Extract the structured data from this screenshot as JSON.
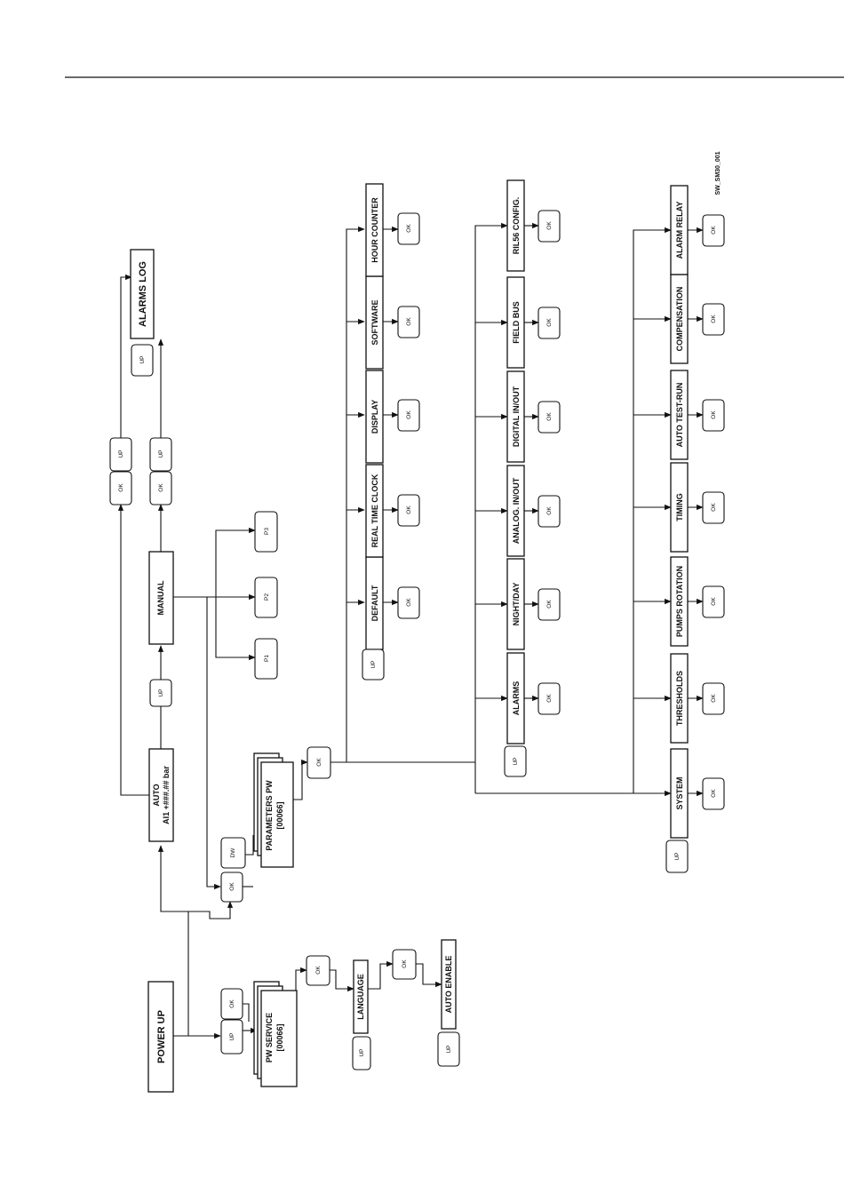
{
  "diagram_code": "SW_SM30_001",
  "blocks": {
    "power_up": "POWER UP",
    "auto_line1": "AUTO",
    "auto_line2": "AI1 +###.## bar",
    "manual": "MANUAL",
    "alarms_log": "ALARMS LOG",
    "pw_service_line1": "PW SERVICE",
    "pw_service_line2": "[00066]",
    "parameters_pw_line1": "PARAMETERS PW",
    "parameters_pw_line2": "[00066]",
    "language": "LANGUAGE",
    "auto_enable": "AUTO ENABLE",
    "p1": "P1",
    "p2": "P2",
    "p3": "P3"
  },
  "menu_rows": {
    "row1": [
      "DEFAULT",
      "REAL TIME CLOCK",
      "DISPLAY",
      "SOFTWARE",
      "HOUR COUNTER"
    ],
    "row2": [
      "ALARMS",
      "NIGHT/DAY",
      "ANALOG. IN/OUT",
      "DIGITAL IN/OUT",
      "FIELD BUS",
      "RIL56 CONFIG."
    ],
    "row3": [
      "SYSTEM",
      "THRESHOLDS",
      "PUMPS ROTATION",
      "TIMING",
      "AUTO TEST-RUN",
      "COMPENSATION",
      "ALARM RELAY"
    ]
  },
  "buttons": {
    "ok": "OK",
    "up": "UP",
    "dw": "DW"
  }
}
